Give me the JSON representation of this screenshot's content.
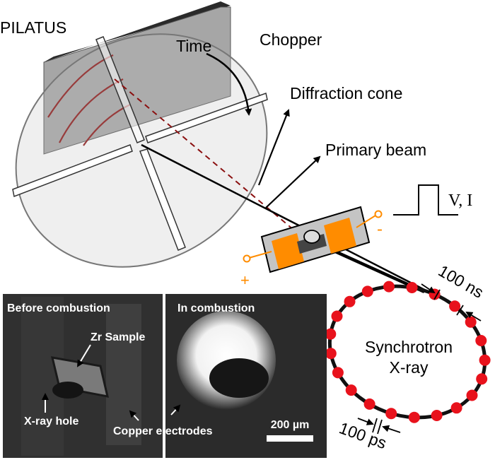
{
  "labels": {
    "detector": "PILATUS",
    "time": "Time",
    "chopper": "Chopper",
    "diffraction_cone": "Diffraction cone",
    "primary_beam": "Primary beam",
    "signal": "V, I",
    "minus": "-",
    "plus": "+",
    "bunch_spacing": "100 ns",
    "bunch_width": "100 ps",
    "ring_line1": "Synchrotron",
    "ring_line2": "X-ray"
  },
  "photos": {
    "left_title": "Before combustion",
    "right_title": "In combustion",
    "zr_sample": "Zr Sample",
    "xray_hole": "X-ray hole",
    "copper_electrodes": "Copper electrodes",
    "copper_part1": "Copper",
    "copper_part2": "electrodes",
    "scale_bar": "200 µm"
  },
  "colors": {
    "detector_face": "#a6a6a6",
    "detector_dark": "#3c3c3c",
    "diffraction_arc": "#8b1010",
    "electrode": "#ff8c00",
    "bunch": "#e8121c",
    "ring": "#111111"
  }
}
